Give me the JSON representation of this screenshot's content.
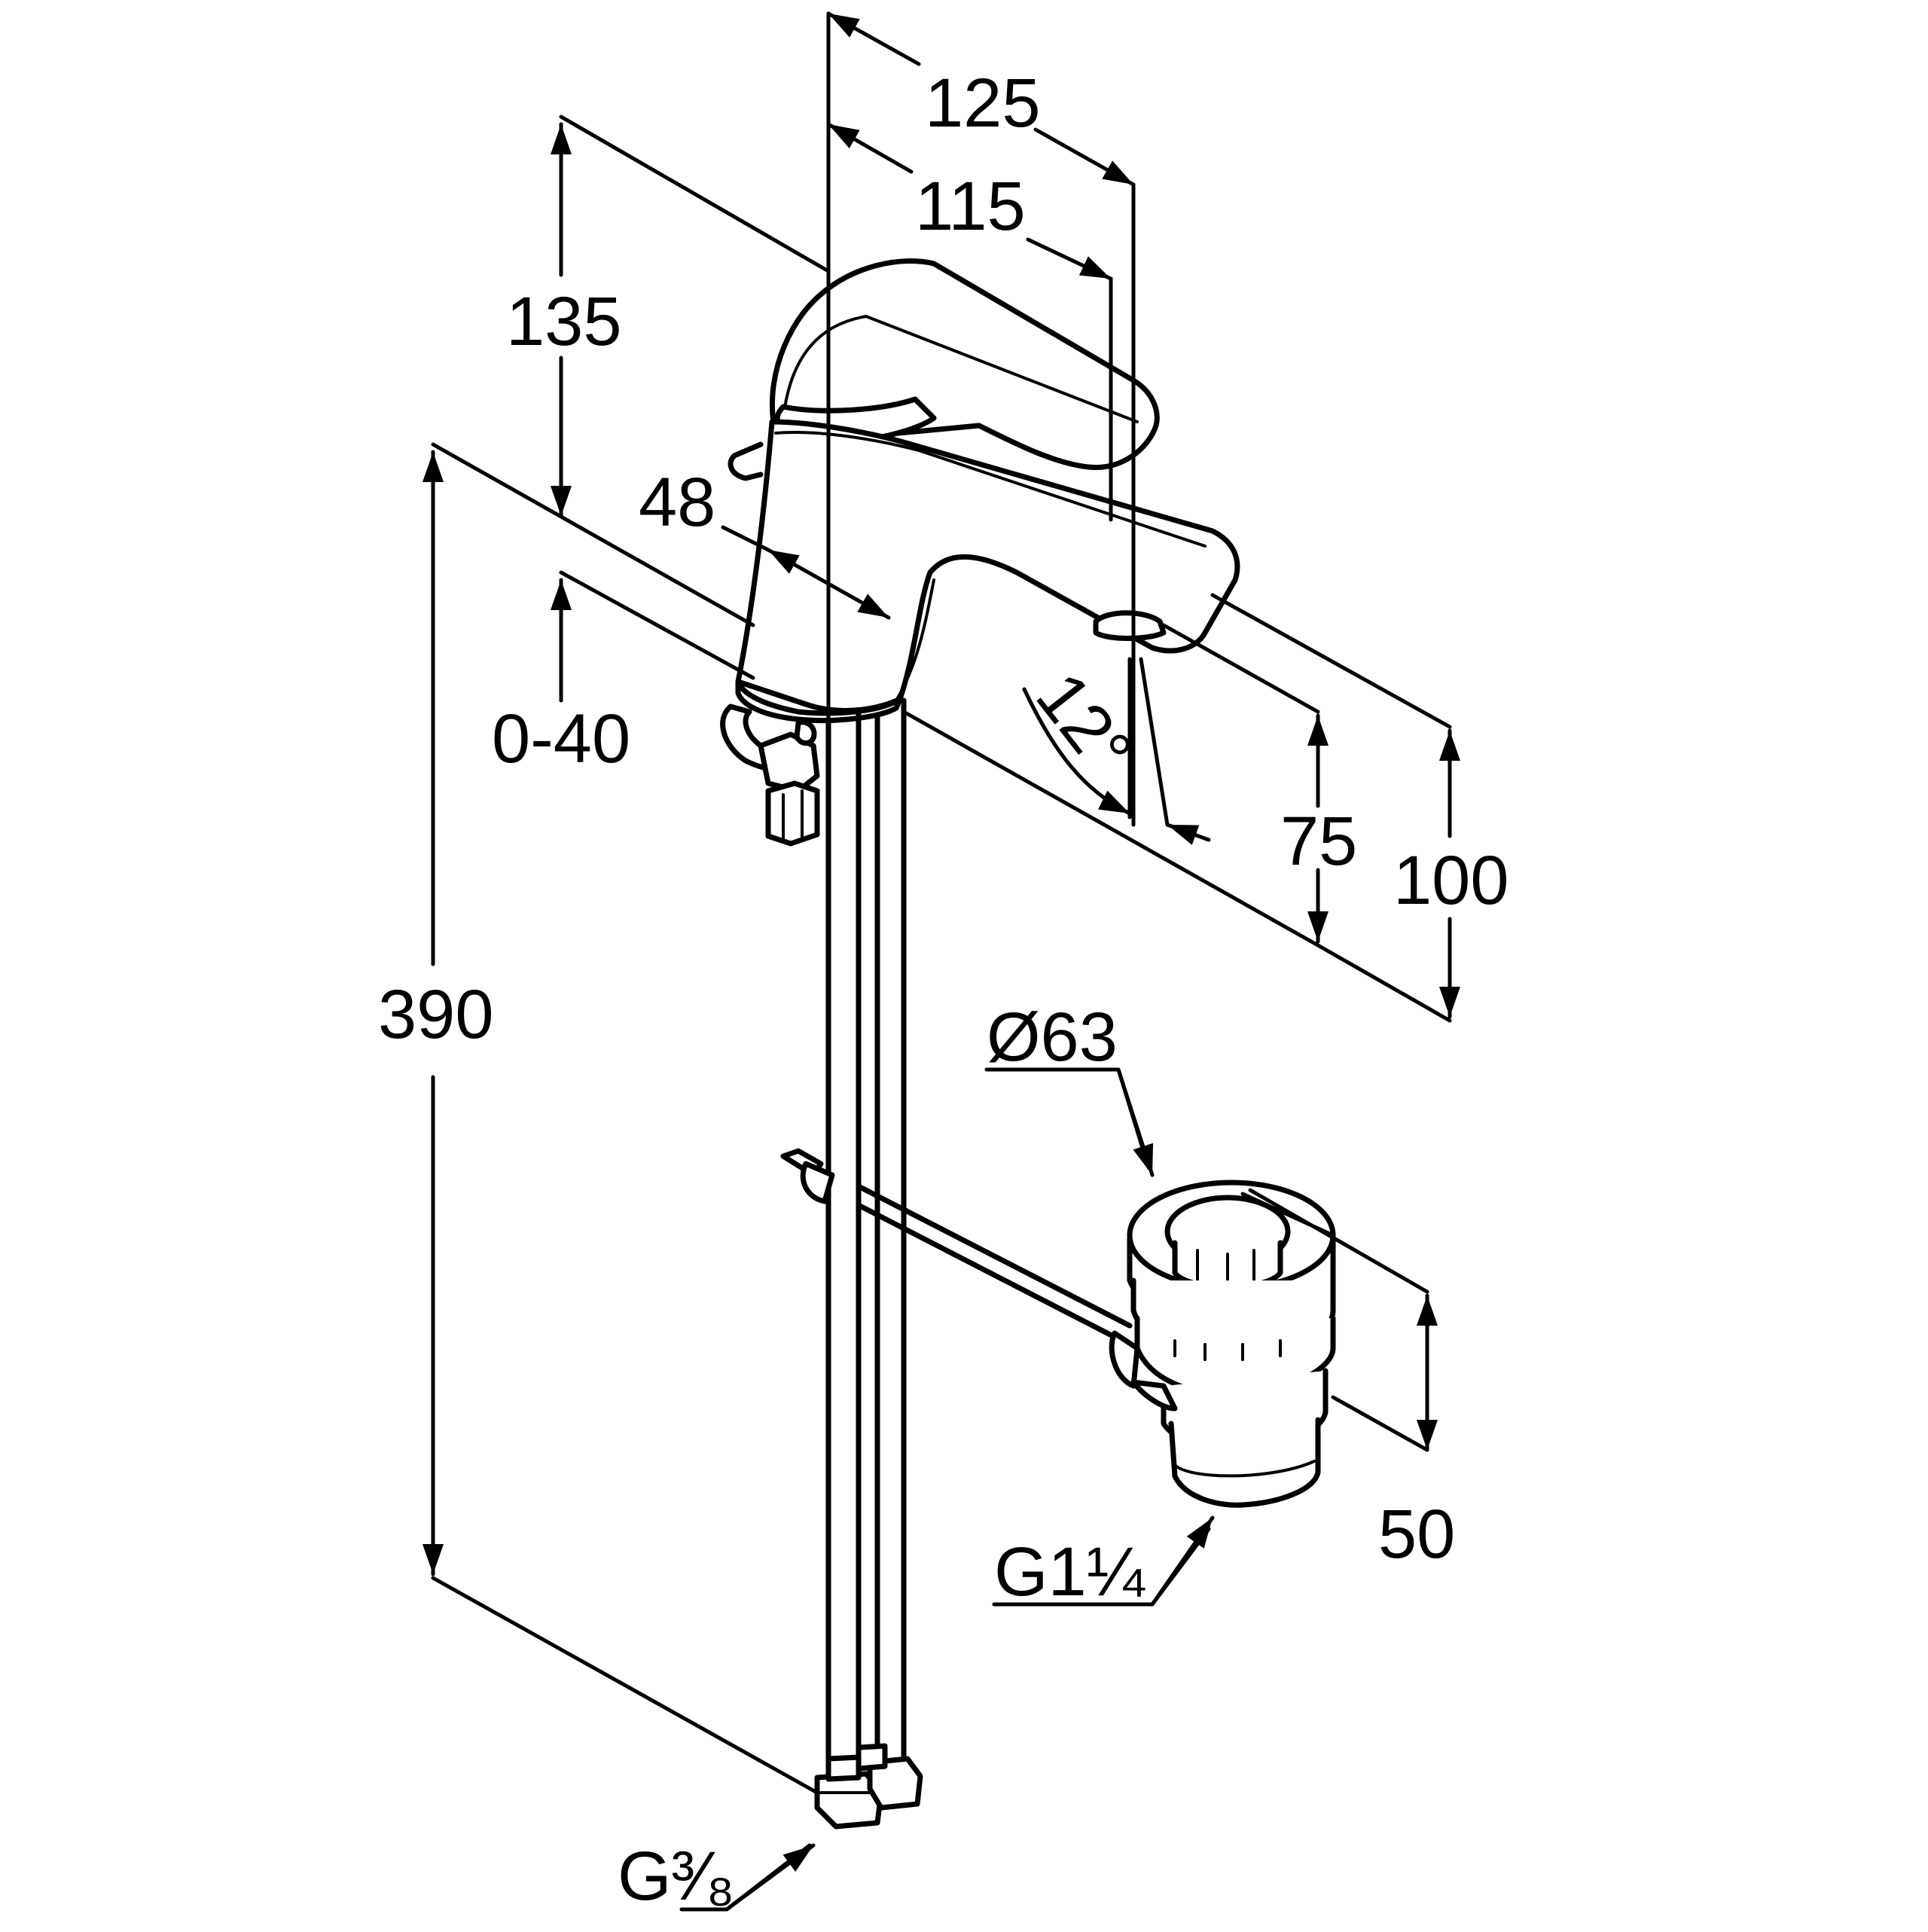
{
  "dimensions": {
    "d125": "125",
    "d115": "115",
    "d135": "135",
    "d48": "48",
    "d0_40": "0-40",
    "d390": "390",
    "d12deg": "12°",
    "d75": "75",
    "d100": "100",
    "d63": "Ø63",
    "d50": "50",
    "g114": "G1¼",
    "g38": "G³⁄₈"
  },
  "icons": {
    "arrowhead": "filled-triangle-arrowhead"
  }
}
